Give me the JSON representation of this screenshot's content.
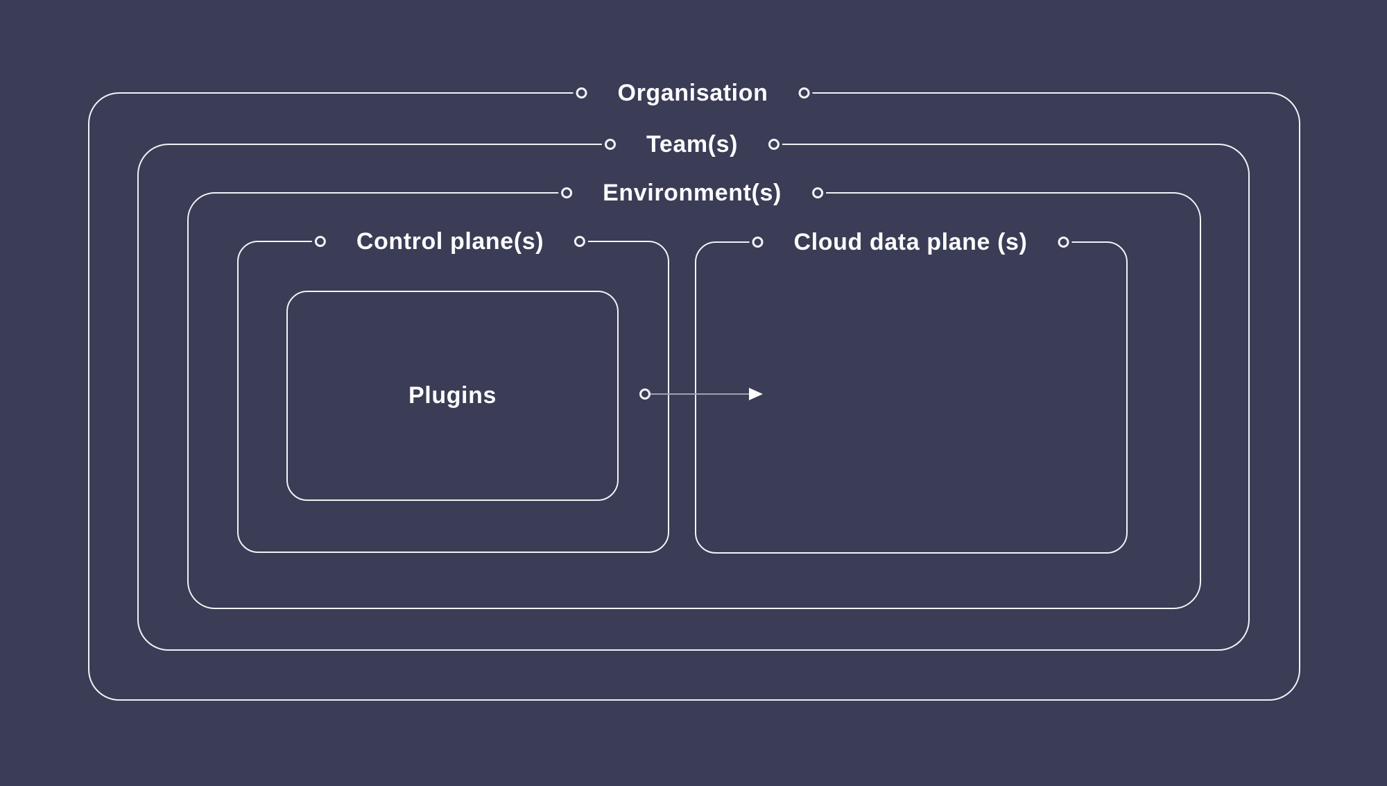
{
  "diagram": {
    "nodes": {
      "organisation": {
        "label": "Organisation"
      },
      "teams": {
        "label": "Team(s)"
      },
      "environments": {
        "label": "Environment(s)"
      },
      "control_plane": {
        "label": "Control plane(s)"
      },
      "cloud_data_plane": {
        "label": "Cloud data plane (s)"
      },
      "plugins": {
        "label": "Plugins"
      }
    },
    "arrow": {
      "from": "Plugins",
      "to": "Cloud data plane (s)",
      "direction": "right"
    },
    "colors": {
      "background": "#3a3d55",
      "stroke": "#f2f3f7",
      "text": "#fcfcfe",
      "arrow_line": "#9da2b5",
      "arrow_head": "#ffffff"
    }
  }
}
